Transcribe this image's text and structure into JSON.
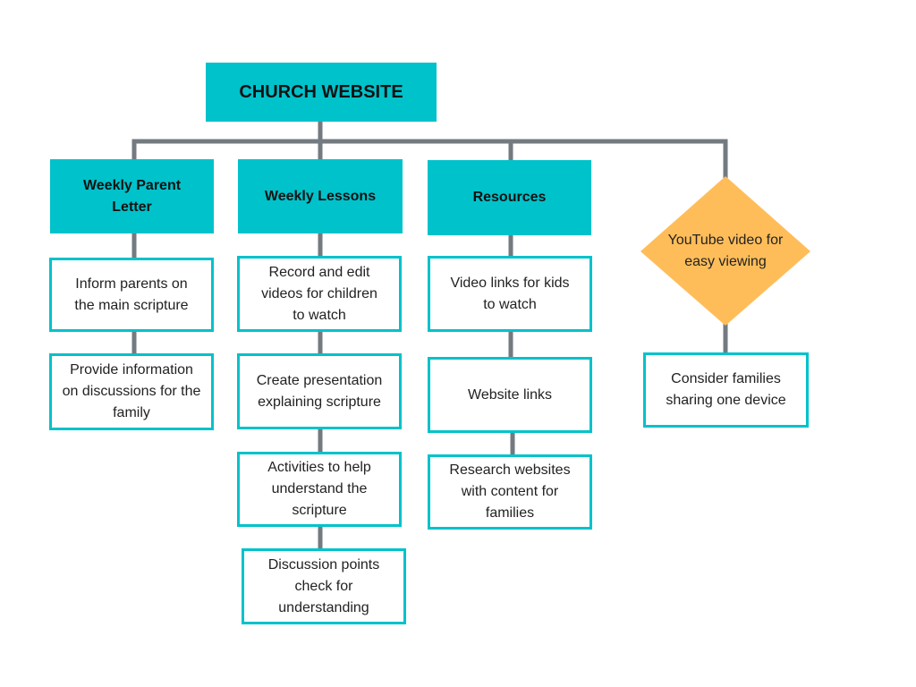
{
  "root": {
    "label": "CHURCH WEBSITE"
  },
  "columns": [
    {
      "header": "Weekly Parent Letter",
      "items": [
        "Inform parents on the main scripture",
        "Provide information on discussions for the family"
      ]
    },
    {
      "header": "Weekly Lessons",
      "items": [
        "Record and edit videos for children to watch",
        "Create presentation explaining scripture",
        "Activities to help understand the scripture",
        "Discussion points check for understanding"
      ]
    },
    {
      "header": "Resources",
      "items": [
        "Video links for kids to watch",
        "Website links",
        "Research websites with content for families"
      ]
    },
    {
      "decision": "YouTube video for easy viewing",
      "items": [
        "Consider families sharing one device"
      ]
    }
  ],
  "colors": {
    "teal": "#00c2cb",
    "diamond": "#ffbd59",
    "connector": "#737a80"
  }
}
